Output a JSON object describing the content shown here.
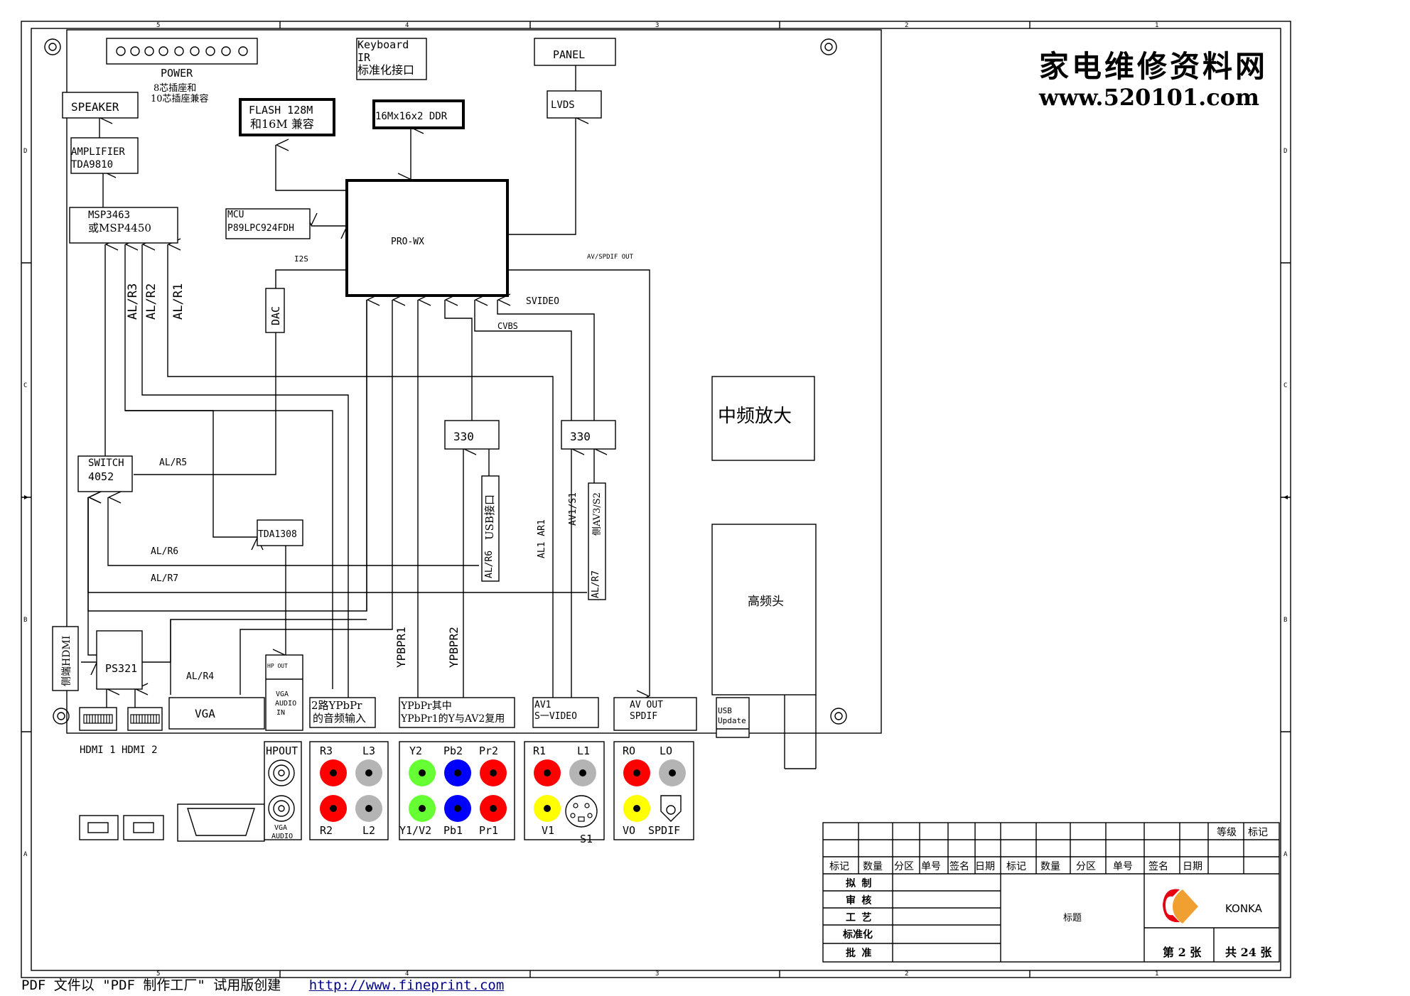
{
  "blocks": {
    "power": "POWER",
    "power_note1": "8芯插座和",
    "power_note2": "10芯插座兼容",
    "keyboard1": "Keyboard",
    "keyboard2": "IR",
    "keyboard3": "标准化接口",
    "panel": "PANEL",
    "lvds": "LVDS",
    "speaker": "SPEAKER",
    "flash1": "FLASH 128M",
    "flash2": "和16M 兼容",
    "ddr": "16Mx16x2 DDR",
    "amp1": "AMPLIFIER",
    "amp2": "TDA9810",
    "msp1": "MSP3463",
    "msp2": "或MSP4450",
    "mcu1": "MCU",
    "mcu2": "P89LPC924FDH",
    "prowx": "PRO-WX",
    "i2s": "I2S",
    "dac": "DAC",
    "av_spdif_out": "AV/SPDIF OUT",
    "svideo": "SVIDEO",
    "cvbs": "CVBS",
    "if_amp": "中频放大",
    "tuner": "高频头",
    "buf330a": "330",
    "buf330b": "330",
    "switch1": "SWITCH",
    "switch2": "4052",
    "tda1308": "TDA1308",
    "usb_port": "USB接口",
    "hdmi_side": "侧端HDMI",
    "ps321": "PS321",
    "vga": "VGA",
    "hp_out": "HP OUT",
    "vga_audio_in1": "VGA",
    "vga_audio_in2": "AUDIO",
    "vga_audio_in3": "IN",
    "ypbpr_audio1": "2路YPbPr",
    "ypbpr_audio2": "的音频输入",
    "ypbpr_shared1": "YPbPr其中",
    "ypbpr_shared2": "YPbPr1的Y与AV2复用",
    "av1_1": "AV1",
    "av1_2": "S一VIDEO",
    "avout1": "AV OUT",
    "avout2": "SPDIF",
    "usb_update1": "USB",
    "usb_update2": "Update"
  },
  "signals": {
    "alr1": "AL/R1",
    "alr2": "AL/R2",
    "alr3": "AL/R3",
    "alr4": "AL/R4",
    "alr5": "AL/R5",
    "alr6": "AL/R6",
    "alr6b": "AL/R6",
    "alr7": "AL/R7",
    "alr7b": "AL/R7",
    "al1ar1": "AL1 AR1",
    "av1s1": "AV1/S1",
    "av3s2": "侧AV3/S2",
    "ypbpr1": "YPBPR1",
    "ypbpr2": "YPBPR2"
  },
  "connectors": {
    "hdmi_labels": "HDMI 1 HDMI 2",
    "hpout": "HPOUT",
    "vga_audio_a": "VGA",
    "vga_audio_b": "AUDIO",
    "r3": "R3",
    "l3": "L3",
    "r2": "R2",
    "l2": "L2",
    "y2": "Y2",
    "pb2": "Pb2",
    "pr2": "Pr2",
    "y1v2": "Y1/V2",
    "pb1": "Pb1",
    "pr1": "Pr1",
    "r1": "R1",
    "l1": "L1",
    "v1": "V1",
    "s1": "S1",
    "ro": "RO",
    "lo": "LO",
    "vo": "VO",
    "spdif": "SPDIF"
  },
  "colors": {
    "red": "#ff0000",
    "gray": "#b4b4b4",
    "green": "#66ff33",
    "blue": "#0000ff",
    "yellow": "#ffff00",
    "logo_red": "#e60012",
    "logo_orange": "#f0a030"
  },
  "watermark": {
    "cn": "家电维修资料网",
    "url": "www.520101.com"
  },
  "title_block": {
    "grade": "等级",
    "mark": "标记",
    "h_mark": "标记",
    "h_qty": "数量",
    "h_zone": "分区",
    "h_doc": "单号",
    "h_sign": "签名",
    "h_date": "日期",
    "h2_mark": "标记",
    "h2_qty": "数量",
    "h2_zone": "分区",
    "h2_doc": "单号",
    "h2_sign": "签名",
    "h2_date": "日期",
    "draft": "拟 制",
    "review": "审 核",
    "process": "工 艺",
    "standard": "标准化",
    "approve": "批 准",
    "title": "标题",
    "logo": "KONKA",
    "sheet": "第 2 张",
    "total": "共 24 张"
  },
  "border": {
    "col5": "5",
    "col4": "4",
    "col3": "3",
    "col2": "2",
    "col1": "1",
    "col5b": "5",
    "col4b": "4",
    "col3b": "3",
    "col2b": "2",
    "col1b": "1",
    "rowD": "D",
    "rowC": "C",
    "rowB": "B",
    "rowA": "A",
    "rowDr": "D",
    "rowCr": "C",
    "rowBr": "B",
    "rowAr": "A"
  },
  "footer": {
    "text": "PDF 文件以 \"PDF 制作工厂\" 试用版创建",
    "link": "http://www.fineprint.com"
  }
}
